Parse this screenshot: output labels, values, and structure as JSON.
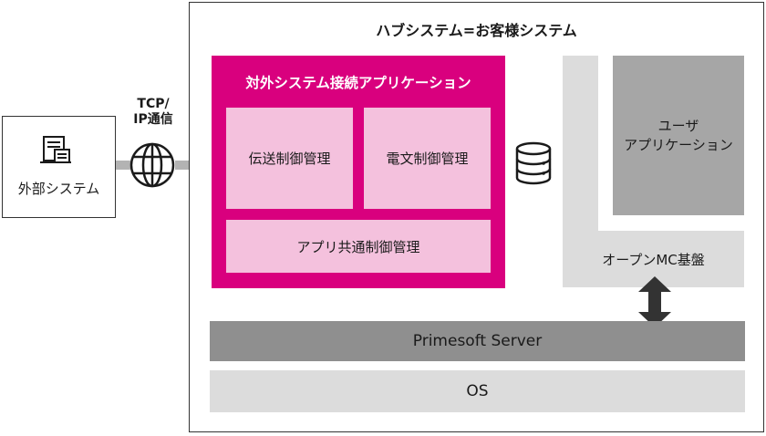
{
  "external": {
    "label": "外部システム",
    "icon": "server-document-icon"
  },
  "protocol": {
    "line1": "TCP/",
    "line2": "IP通信",
    "icon": "globe-icon"
  },
  "hub": {
    "title": "ハブシステム=お客様システム"
  },
  "external_app": {
    "title": "対外システム接続アプリケーション",
    "modules": {
      "transmission": "伝送制御管理",
      "message": "電文制御管理",
      "common": "アプリ共通制御管理"
    }
  },
  "database": {
    "icon": "database-icon"
  },
  "user_app": {
    "line1": "ユーザ",
    "line2": "アプリケーション"
  },
  "open_mc": {
    "label": "オープンMC基盤"
  },
  "arrow": {
    "icon": "bidirectional-arrow-icon"
  },
  "primesoft": {
    "label": "Primesoft Server"
  },
  "os": {
    "label": "OS"
  },
  "colors": {
    "accent": "#d9007e",
    "module": "#f4c1dd",
    "platform": "#dcdcdc",
    "server": "#8f8f8f",
    "user_app": "#a6a6a6"
  }
}
